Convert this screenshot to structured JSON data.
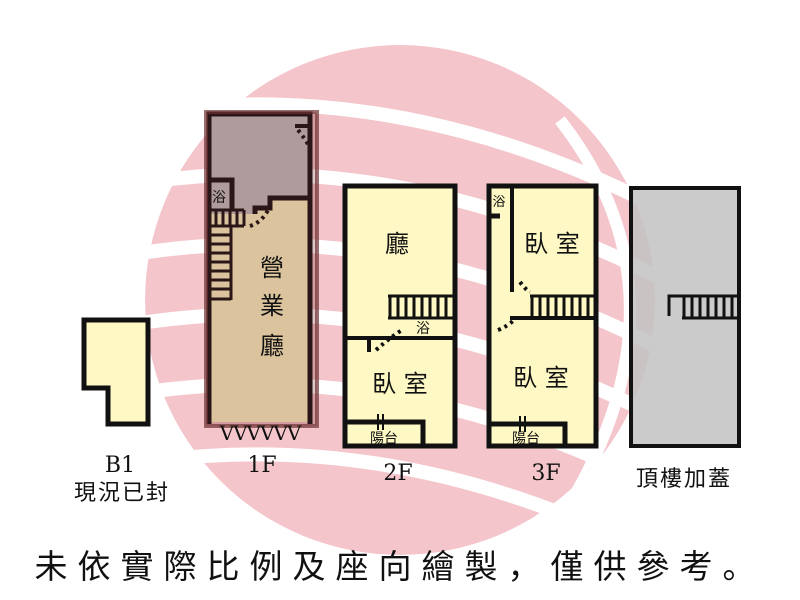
{
  "colors": {
    "room": "#fdf8c4",
    "roof": "#c2c2c2",
    "watermark": "#f4c5cb",
    "wall": "#111111"
  },
  "floors": [
    {
      "id": "B1",
      "label": "B1",
      "note": "現況已封"
    },
    {
      "id": "1F",
      "label": "1F",
      "rooms": [
        "營",
        "業",
        "廳"
      ],
      "bath": "浴",
      "frontage": "VVVVVV"
    },
    {
      "id": "2F",
      "label": "2F",
      "rooms": {
        "hall": "廳",
        "bath": "浴",
        "bedroom": "臥 室",
        "balcony": "陽台"
      }
    },
    {
      "id": "3F",
      "label": "3F",
      "rooms": {
        "bath": "浴",
        "bedroom1": "臥 室",
        "bedroom2": "臥 室",
        "balcony": "陽台"
      }
    },
    {
      "id": "roof",
      "label": "頂樓加蓋"
    }
  ],
  "disclaimer": "未依實際比例及座向繪製，僅供參考。"
}
